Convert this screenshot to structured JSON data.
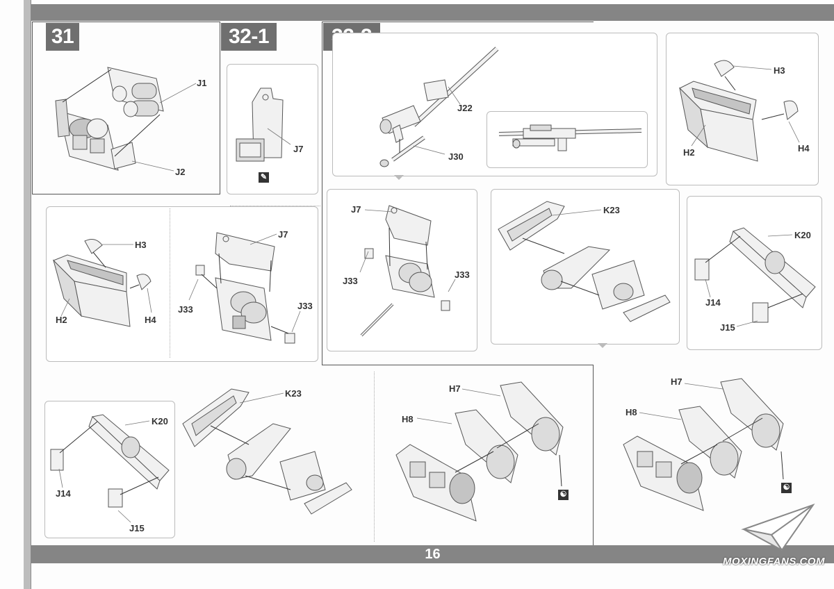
{
  "page": {
    "number": "16",
    "watermark": "MOXINGFANS.COM"
  },
  "steps": {
    "s31": "31",
    "s32_1": "32-1",
    "s32_2": "32-2"
  },
  "labels": {
    "step31": [
      "J1",
      "J2"
    ],
    "step32_1": [
      "J7"
    ],
    "mid_left": [
      "H3",
      "H4",
      "H2"
    ],
    "mid_center": [
      "J7",
      "J33",
      "J33"
    ],
    "gun": [
      "J22",
      "J30"
    ],
    "top_right": [
      "H3",
      "H4",
      "H2"
    ],
    "mid_j7": [
      "J7",
      "J33",
      "J33"
    ],
    "mid_k23": [
      "K23"
    ],
    "mid_k20": [
      "K20",
      "J14",
      "J15"
    ],
    "bot_left": [
      "K20",
      "J14",
      "J15"
    ],
    "bot_k23": [
      "K23"
    ],
    "bot_h": [
      "H7",
      "H8"
    ],
    "bot_right": [
      "H7",
      "H8"
    ]
  },
  "icons": {
    "glue": "glue-icon",
    "option": "option-icon"
  },
  "colors": {
    "bar": "#858585",
    "step_badge": "#6f6f6f",
    "line": "#555555"
  }
}
